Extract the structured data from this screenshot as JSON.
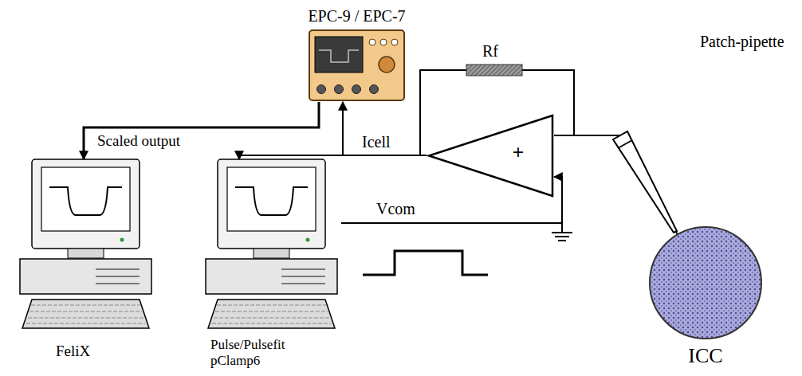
{
  "diagram": {
    "nodes": [
      {
        "text": [
          "EPC-9 / EPC-7"
        ]
      },
      {
        "text": [
          "FeliX"
        ]
      },
      {
        "text": [
          "Pulse/Pulsefit pClamp6"
        ]
      },
      {
        "text": [
          "+"
        ]
      },
      {
        "text": [
          "ICC"
        ]
      }
    ],
    "edges": [
      {
        "from": 0,
        "to": 1,
        "label": "Scaled output",
        "arrow": "to"
      },
      {
        "from": 3,
        "to": 0,
        "arrow": "to"
      },
      {
        "from": 3,
        "to": 2,
        "label": "Icell",
        "arrow": "to"
      },
      {
        "from": 2,
        "to": 3,
        "label": "Vcom",
        "arrow": "to"
      },
      {
        "from": 3,
        "to": 4,
        "arrow": "none"
      }
    ],
    "labels": [
      "Rf",
      "Patch-pipette"
    ]
  }
}
